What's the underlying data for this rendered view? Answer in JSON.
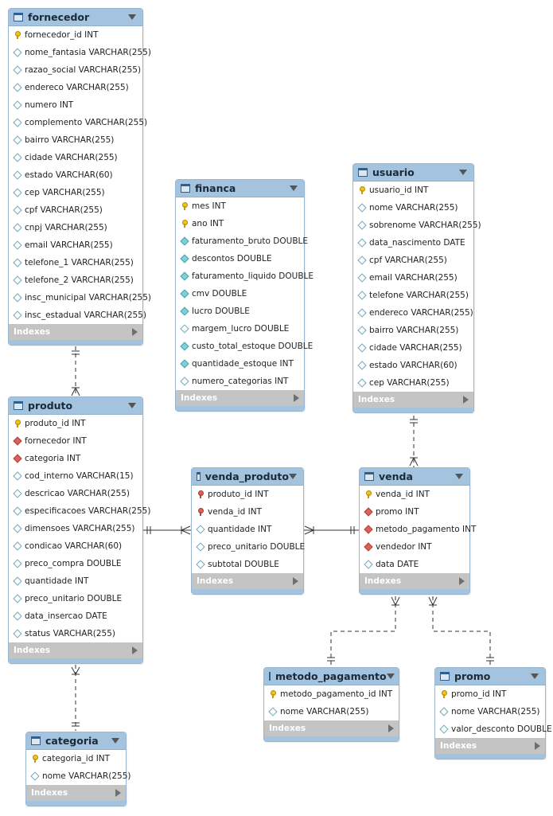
{
  "tables": {
    "fornecedor": {
      "name": "fornecedor",
      "indexes_label": "Indexes",
      "columns": [
        {
          "text": "fornecedor_id INT",
          "icon": "primary-key-icon"
        },
        {
          "text": "nome_fantasia VARCHAR(255)",
          "icon": "column-icon"
        },
        {
          "text": "razao_social VARCHAR(255)",
          "icon": "column-icon"
        },
        {
          "text": "endereco VARCHAR(255)",
          "icon": "column-icon"
        },
        {
          "text": "numero INT",
          "icon": "column-icon"
        },
        {
          "text": "complemento VARCHAR(255)",
          "icon": "column-icon"
        },
        {
          "text": "bairro VARCHAR(255)",
          "icon": "column-icon"
        },
        {
          "text": "cidade VARCHAR(255)",
          "icon": "column-icon"
        },
        {
          "text": "estado VARCHAR(60)",
          "icon": "column-icon"
        },
        {
          "text": "cep VARCHAR(255)",
          "icon": "column-icon"
        },
        {
          "text": "cpf VARCHAR(255)",
          "icon": "column-icon"
        },
        {
          "text": "cnpj VARCHAR(255)",
          "icon": "column-icon"
        },
        {
          "text": "email VARCHAR(255)",
          "icon": "column-icon"
        },
        {
          "text": "telefone_1 VARCHAR(255)",
          "icon": "column-icon"
        },
        {
          "text": "telefone_2 VARCHAR(255)",
          "icon": "column-icon"
        },
        {
          "text": "insc_municipal VARCHAR(255)",
          "icon": "column-icon"
        },
        {
          "text": "insc_estadual VARCHAR(255)",
          "icon": "column-icon"
        }
      ]
    },
    "financa": {
      "name": "financa",
      "indexes_label": "Indexes",
      "columns": [
        {
          "text": "mes INT",
          "icon": "primary-key-icon"
        },
        {
          "text": "ano INT",
          "icon": "primary-key-icon"
        },
        {
          "text": "faturamento_bruto DOUBLE",
          "icon": "column-not-null-icon"
        },
        {
          "text": "descontos DOUBLE",
          "icon": "column-not-null-icon"
        },
        {
          "text": "faturamento_liquido DOUBLE",
          "icon": "column-not-null-icon"
        },
        {
          "text": "cmv DOUBLE",
          "icon": "column-not-null-icon"
        },
        {
          "text": "lucro DOUBLE",
          "icon": "column-not-null-icon"
        },
        {
          "text": "margem_lucro DOUBLE",
          "icon": "column-icon"
        },
        {
          "text": "custo_total_estoque DOUBLE",
          "icon": "column-not-null-icon"
        },
        {
          "text": "quantidade_estoque INT",
          "icon": "column-not-null-icon"
        },
        {
          "text": "numero_categorias INT",
          "icon": "column-icon"
        }
      ]
    },
    "usuario": {
      "name": "usuario",
      "indexes_label": "Indexes",
      "columns": [
        {
          "text": "usuario_id INT",
          "icon": "primary-key-icon"
        },
        {
          "text": "nome VARCHAR(255)",
          "icon": "column-icon"
        },
        {
          "text": "sobrenome VARCHAR(255)",
          "icon": "column-icon"
        },
        {
          "text": "data_nascimento DATE",
          "icon": "column-icon"
        },
        {
          "text": "cpf VARCHAR(255)",
          "icon": "column-icon"
        },
        {
          "text": "email VARCHAR(255)",
          "icon": "column-icon"
        },
        {
          "text": "telefone VARCHAR(255)",
          "icon": "column-icon"
        },
        {
          "text": "endereco VARCHAR(255)",
          "icon": "column-icon"
        },
        {
          "text": "bairro VARCHAR(255)",
          "icon": "column-icon"
        },
        {
          "text": "cidade VARCHAR(255)",
          "icon": "column-icon"
        },
        {
          "text": "estado VARCHAR(60)",
          "icon": "column-icon"
        },
        {
          "text": "cep VARCHAR(255)",
          "icon": "column-icon"
        }
      ]
    },
    "produto": {
      "name": "produto",
      "indexes_label": "Indexes",
      "columns": [
        {
          "text": "produto_id INT",
          "icon": "primary-key-icon"
        },
        {
          "text": "fornecedor INT",
          "icon": "foreign-key-icon"
        },
        {
          "text": "categoria INT",
          "icon": "foreign-key-icon"
        },
        {
          "text": "cod_interno VARCHAR(15)",
          "icon": "column-icon"
        },
        {
          "text": "descricao VARCHAR(255)",
          "icon": "column-icon"
        },
        {
          "text": "especificacoes VARCHAR(255)",
          "icon": "column-icon"
        },
        {
          "text": "dimensoes VARCHAR(255)",
          "icon": "column-icon"
        },
        {
          "text": "condicao VARCHAR(60)",
          "icon": "column-icon"
        },
        {
          "text": "preco_compra DOUBLE",
          "icon": "column-icon"
        },
        {
          "text": "quantidade INT",
          "icon": "column-icon"
        },
        {
          "text": "preco_unitario DOUBLE",
          "icon": "column-icon"
        },
        {
          "text": "data_insercao DATE",
          "icon": "column-icon"
        },
        {
          "text": "status VARCHAR(255)",
          "icon": "column-icon"
        }
      ]
    },
    "venda_produto": {
      "name": "venda_produto",
      "indexes_label": "Indexes",
      "columns": [
        {
          "text": "produto_id INT",
          "icon": "primary-foreign-key-icon"
        },
        {
          "text": "venda_id INT",
          "icon": "primary-foreign-key-icon"
        },
        {
          "text": "quantidade INT",
          "icon": "column-icon"
        },
        {
          "text": "preco_unitario DOUBLE",
          "icon": "column-icon"
        },
        {
          "text": "subtotal DOUBLE",
          "icon": "column-icon"
        }
      ]
    },
    "venda": {
      "name": "venda",
      "indexes_label": "Indexes",
      "columns": [
        {
          "text": "venda_id INT",
          "icon": "primary-key-icon"
        },
        {
          "text": "promo INT",
          "icon": "foreign-key-icon"
        },
        {
          "text": "metodo_pagamento INT",
          "icon": "foreign-key-icon"
        },
        {
          "text": "vendedor INT",
          "icon": "foreign-key-icon"
        },
        {
          "text": "data DATE",
          "icon": "column-icon"
        }
      ]
    },
    "categoria": {
      "name": "categoria",
      "indexes_label": "Indexes",
      "columns": [
        {
          "text": "categoria_id INT",
          "icon": "primary-key-icon"
        },
        {
          "text": "nome VARCHAR(255)",
          "icon": "column-icon"
        }
      ]
    },
    "metodo_pagamento": {
      "name": "metodo_pagamento",
      "indexes_label": "Indexes",
      "columns": [
        {
          "text": "metodo_pagamento_id INT",
          "icon": "primary-key-icon"
        },
        {
          "text": "nome VARCHAR(255)",
          "icon": "column-icon"
        }
      ]
    },
    "promo": {
      "name": "promo",
      "indexes_label": "Indexes",
      "columns": [
        {
          "text": "promo_id INT",
          "icon": "primary-key-icon"
        },
        {
          "text": "nome VARCHAR(255)",
          "icon": "column-icon"
        },
        {
          "text": "valor_desconto DOUBLE",
          "icon": "column-icon"
        }
      ]
    }
  },
  "colors": {
    "header": "#a3c3de",
    "border": "#9ab6cf",
    "indexes_bar": "#c4c4c4",
    "connector": "#333333"
  }
}
